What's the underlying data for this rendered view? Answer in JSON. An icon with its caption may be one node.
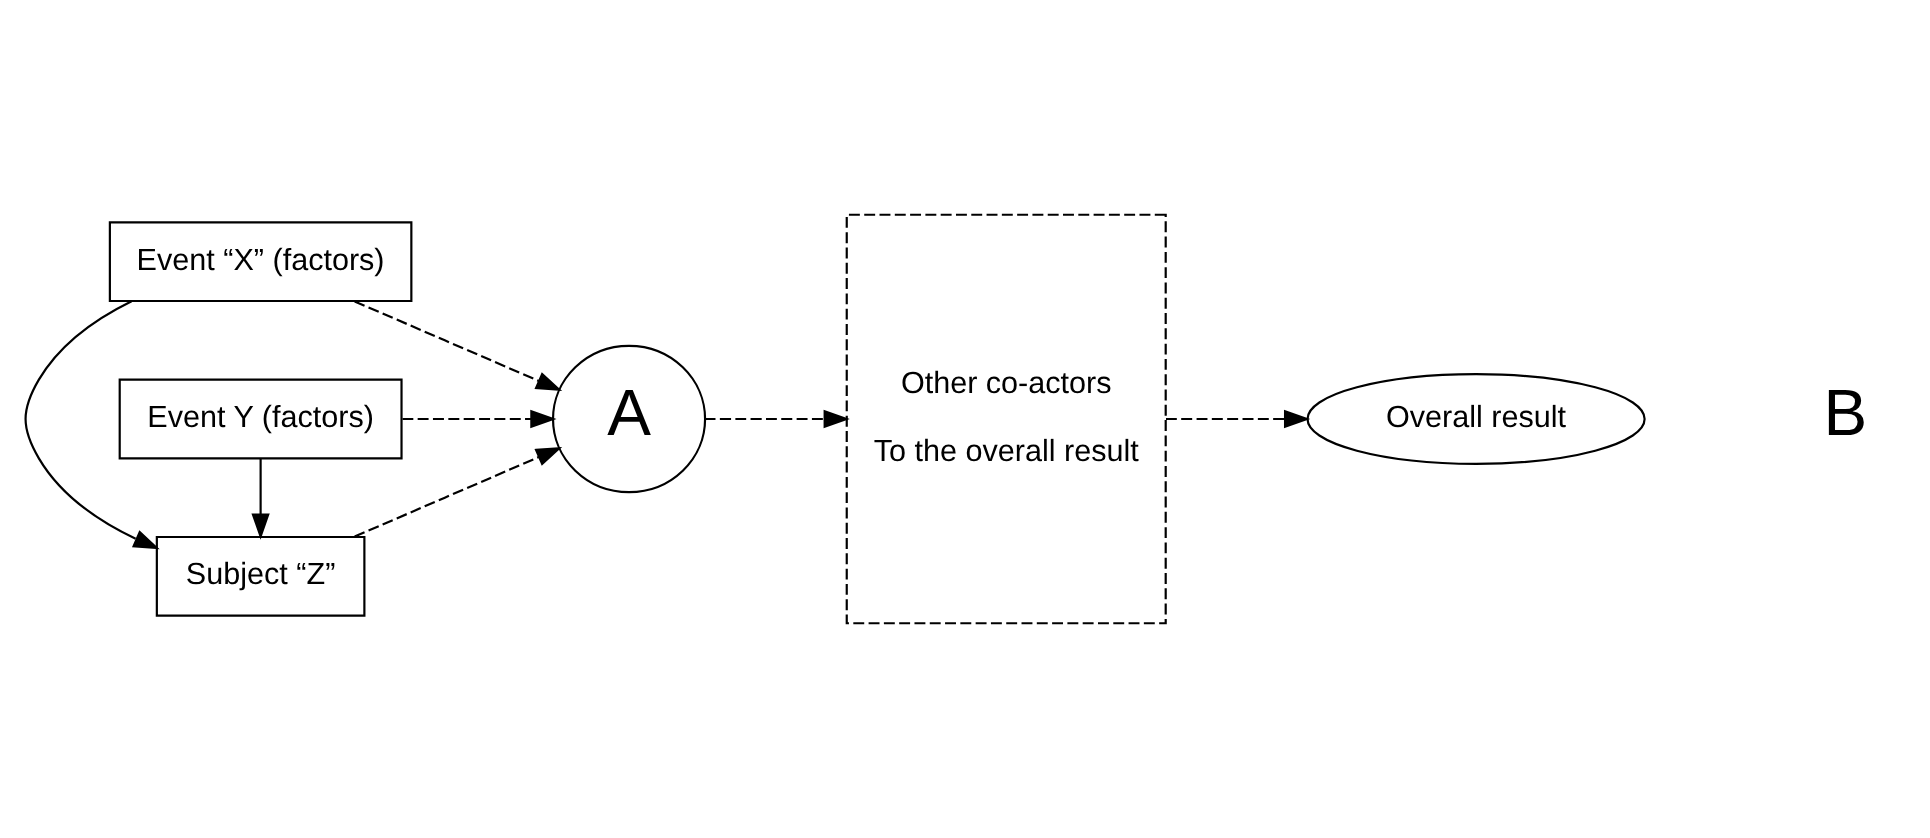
{
  "diagram": {
    "nodes": [
      {
        "text": [
          "Event “X” (factors)"
        ]
      },
      {
        "text": [
          "Subject “Z”"
        ]
      },
      {
        "text": [
          "Event Y (factors)"
        ]
      },
      {
        "text": [
          "A"
        ]
      },
      {
        "text": [
          "Other co-actors",
          "To the overall result"
        ]
      },
      {
        "text": [
          "Overall result"
        ]
      }
    ],
    "edges": [
      {
        "from": 0,
        "to": 1,
        "arrow": "to"
      },
      {
        "from": 2,
        "to": 1,
        "arrow": "to"
      },
      {
        "from": 0,
        "to": 3,
        "arrow": "to",
        "style": "dashed"
      },
      {
        "from": 1,
        "to": 3,
        "arrow": "to",
        "style": "dashed"
      },
      {
        "from": 2,
        "to": 3,
        "arrow": "to",
        "style": "dashed"
      },
      {
        "from": 3,
        "to": 4,
        "arrow": "to",
        "style": "dashed"
      },
      {
        "from": 4,
        "to": 5,
        "arrow": "to",
        "style": "dashed"
      }
    ],
    "labels": [
      "B"
    ]
  }
}
